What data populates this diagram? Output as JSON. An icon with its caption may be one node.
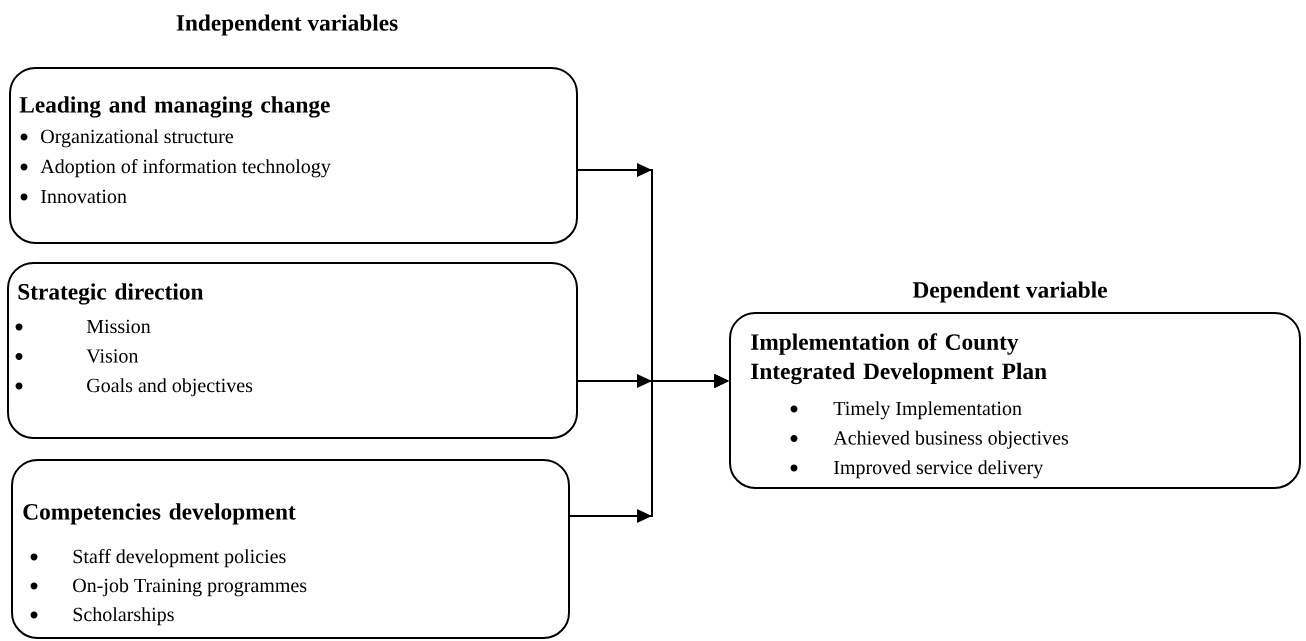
{
  "diagram": {
    "nodes": [
      {
        "text": [
          "Leading and managing change",
          "Organizational structure",
          "Adoption of information technology",
          "Innovation"
        ]
      },
      {
        "text": [
          "Strategic direction",
          "Mission",
          "Vision",
          "Goals and objectives"
        ]
      },
      {
        "text": [
          "Competencies development",
          "Staff development policies",
          "On-job Training programmes",
          "Scholarships"
        ]
      },
      {
        "text": [
          "Implementation of County Integrated Development Plan",
          "Timely Implementation",
          "Achieved business objectives",
          "Improved service delivery"
        ]
      }
    ],
    "edges": [
      {
        "from": 0,
        "to": 3,
        "arrow": "to"
      },
      {
        "from": 1,
        "to": 3,
        "arrow": "to"
      },
      {
        "from": 2,
        "to": 3,
        "arrow": "to"
      }
    ],
    "labels": [
      "Independent variables",
      "Dependent variable"
    ]
  }
}
